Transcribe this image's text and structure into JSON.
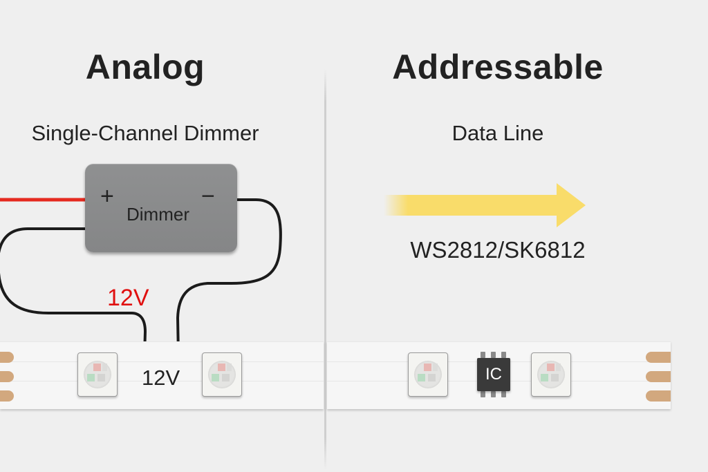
{
  "analog": {
    "title": "Analog",
    "subtitle": "Single-Channel Dimmer",
    "dimmer": {
      "label": "Dimmer",
      "plus": "+",
      "minus": "−"
    },
    "voltage_wire_label": "12V",
    "voltage_strip_label": "12V",
    "wire_colors": {
      "positive": "#e52a1f",
      "ground": "#1b1b1b"
    },
    "voltage_label_color": "#e01010"
  },
  "addressable": {
    "title": "Addressable",
    "subtitle": "Data Line",
    "arrow_color": "#f9dc6a",
    "chip_label": "WS2812/SK6812",
    "ic_label": "IC"
  },
  "strip": {
    "pad_color": "#d2a87e",
    "led_colors": {
      "red": "#e8b7b3",
      "green": "#b9dcc3",
      "white": "#d4d4d2"
    }
  }
}
